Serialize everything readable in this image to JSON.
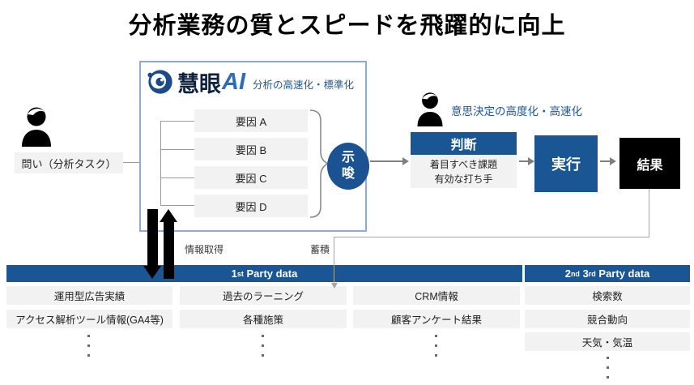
{
  "title": "分析業務の質とスピードを飛躍的に向上",
  "ai_panel": {
    "logo_kanji": "慧眼",
    "logo_suffix": "AI",
    "tagline": "分析の高速化・標準化",
    "factors": [
      "要因 A",
      "要因 B",
      "要因 C",
      "要因 D"
    ],
    "insight_label": "示唆"
  },
  "input": {
    "question_label": "問い（分析タスク）"
  },
  "decision": {
    "caption": "意思決定の高度化・高速化",
    "judgement_title": "判断",
    "judgement_line1": "着目すべき課題",
    "judgement_line2": "有効な打ち手",
    "execute_label": "実行",
    "result_label": "結果"
  },
  "flow_labels": {
    "acquire": "情報取得",
    "accumulate": "蓄積"
  },
  "data_table": {
    "header1": {
      "n1": "1",
      "s1": "st",
      "rest": " Party data"
    },
    "header2": {
      "n1": "2",
      "s1": "nd",
      "n2": "3",
      "s2": "rd",
      "rest": " Party data"
    },
    "columns": [
      {
        "rows": [
          "運用型広告実績",
          "アクセス解析ツール情報(GA4等)"
        ]
      },
      {
        "rows": [
          "過去のラーニング",
          "各種施策"
        ]
      },
      {
        "rows": [
          "CRM情報",
          "顧客アンケート結果"
        ]
      },
      {
        "rows": [
          "検索数",
          "競合動向",
          "天気・気温"
        ]
      }
    ]
  },
  "colors": {
    "brand_blue": "#1a5694",
    "accent_text_blue": "#1f5795",
    "panel_border_blue": "#8ea9db",
    "cell_gray": "#f2f2f2",
    "result_black": "#000000",
    "connector_gray": "#9a9a9a"
  }
}
